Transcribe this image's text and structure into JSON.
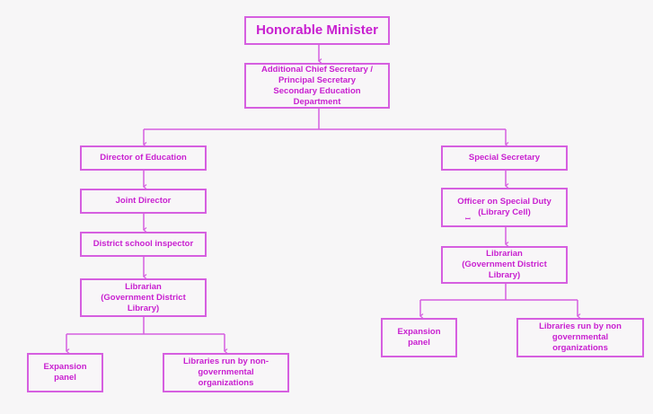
{
  "diagram": {
    "title": "Honorable Minister",
    "accent_color": "#c81fd0",
    "border_color": "#d65fe0",
    "nodes": {
      "minister": "Honorable Minister",
      "acs": "Additional Chief Secretary / Principal Secretary Secondary Education Department",
      "left": {
        "director": "Director of Education",
        "joint_director": "Joint Director",
        "inspector": "District school inspector",
        "librarian": "Librarian (Government District Library)",
        "expansion": "Expansion panel",
        "ngo": "Libraries run by non-governmental organizations"
      },
      "right": {
        "special_secretary": "Special Secretary",
        "osd": "Officer on Special Duty (Library Cell)",
        "osd_mark": "ꟷ",
        "librarian": "Librarian (Government District Library)",
        "expansion": "Expansion panel",
        "ngo": "Libraries run by non governmental organizations"
      }
    }
  }
}
